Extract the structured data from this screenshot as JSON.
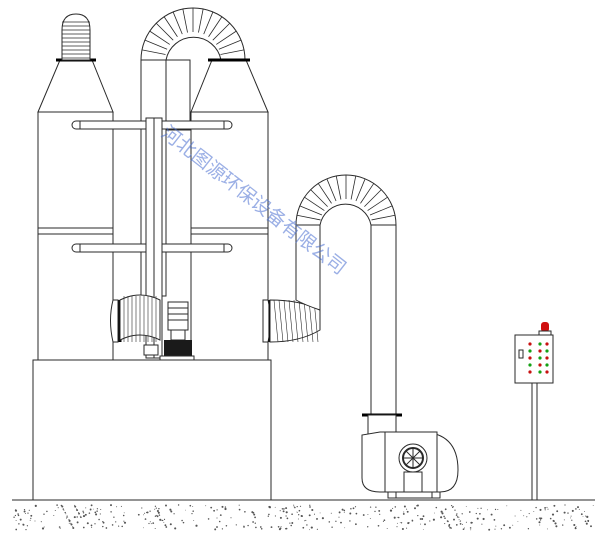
{
  "watermark": {
    "text": "河北图源环保设备有限公司",
    "color": "#4a6fd0"
  },
  "colors": {
    "line": "#2a2a2a",
    "background": "#ffffff",
    "warning_lamp": "#d01010",
    "indicator_red": "#c81010",
    "indicator_green": "#14a014"
  },
  "components": [
    {
      "name": "twin-scrubber-towers",
      "icon": "spray-tower"
    },
    {
      "name": "connecting-duct",
      "icon": "bent-duct"
    },
    {
      "name": "circulation-pump",
      "icon": "pump"
    },
    {
      "name": "exhaust-duct",
      "icon": "bent-duct"
    },
    {
      "name": "centrifugal-fan",
      "icon": "fan"
    },
    {
      "name": "control-cabinet",
      "icon": "control-panel"
    }
  ]
}
